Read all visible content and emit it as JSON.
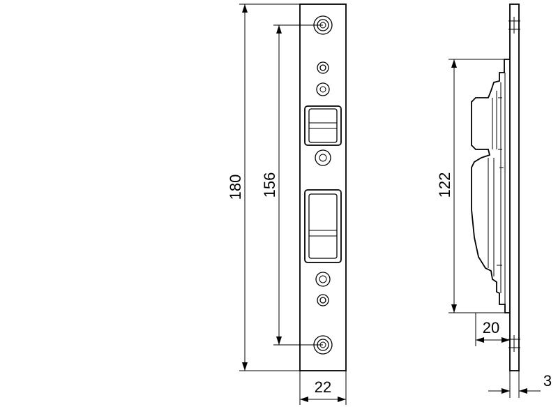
{
  "dimensions": {
    "total_height": "180",
    "screw_spacing": "156",
    "front_width": "22",
    "side_height": "122",
    "side_depth": "20",
    "plate_thickness": "3"
  }
}
